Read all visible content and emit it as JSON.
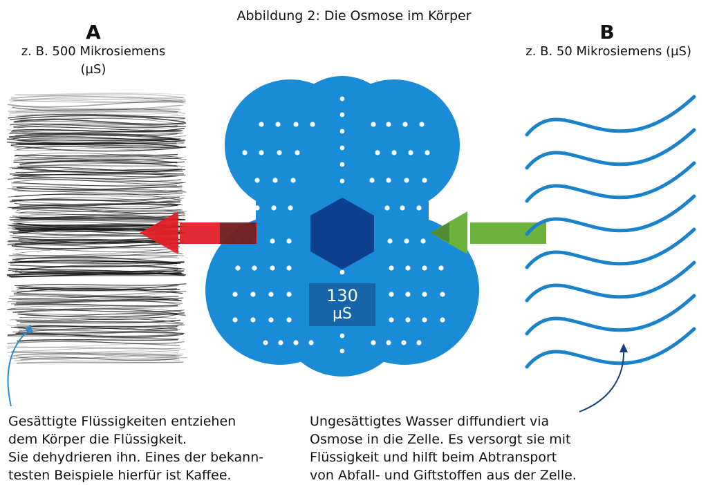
{
  "title": "Abbildung 2: Die Osmose im Körper",
  "left": {
    "label": "A",
    "subtitle_line1": "z. B. 500 Mikrosiemens",
    "subtitle_line2": "(µS)",
    "caption": [
      "Gesättigte Flüssigkeiten entziehen",
      "dem Körper die Flüssigkeit.",
      "Sie dehydrieren ihn. Eines der bekann-",
      "testen Beispiele hierfür ist Kaffee."
    ]
  },
  "right": {
    "label": "B",
    "subtitle": "z. B. 50 Mikrosiemens (µS)",
    "caption": [
      "Ungesättigtes Wasser diffundiert via",
      "Osmose in die Zelle. Es versorgt sie mit",
      "Flüssigkeit und hilft beim Abtransport",
      "von Abfall- und Giftstoffen aus der Zelle."
    ]
  },
  "cell": {
    "value": "130",
    "unit": "µS"
  },
  "colors": {
    "cell_blue": "#1a8bd6",
    "nucleus": "#0d3f8f",
    "value_box": "#1565a8",
    "arrow_red": "#e02027",
    "arrow_green": "#6ab43e",
    "wave_blue": "#1a82c8",
    "pointer_left": "#2a8bd0",
    "pointer_right": "#143e80"
  },
  "icons": {
    "left_panel": "dark-scribble-texture",
    "right_panel": "wave-lines",
    "cell": "cell-blob",
    "nucleus": "hexagon-icon",
    "out_arrow": "arrow-left-icon",
    "in_arrow": "arrow-left-icon"
  }
}
